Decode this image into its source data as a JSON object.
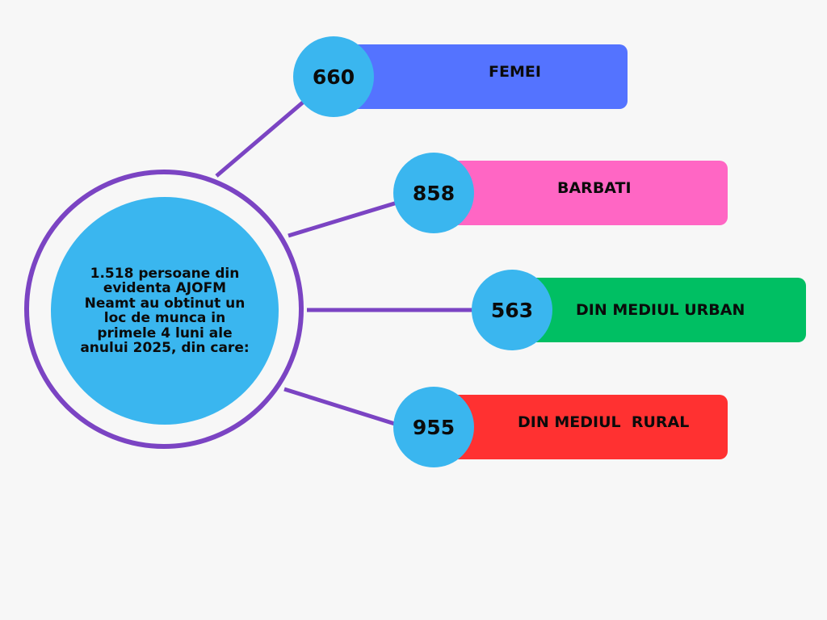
{
  "center": {
    "text": "1.518 persoane din evidenta AJOFM Neamt au obtinut un loc de munca in primele 4 luni ale anului 2025, din care:"
  },
  "items": [
    {
      "value": "660",
      "label": "FEMEI",
      "color": "#5473ff"
    },
    {
      "value": "858",
      "label": "BARBATI",
      "color": "#ff66c4"
    },
    {
      "value": "563",
      "label": "DIN MEDIUL URBAN",
      "color": "#00bf63"
    },
    {
      "value": "955",
      "label": "DIN MEDIUL  RURAL",
      "color": "#ff3131"
    }
  ],
  "colors": {
    "ring": "#7b44c3",
    "circle": "#3ab6ef",
    "background": "#f7f7f7"
  }
}
